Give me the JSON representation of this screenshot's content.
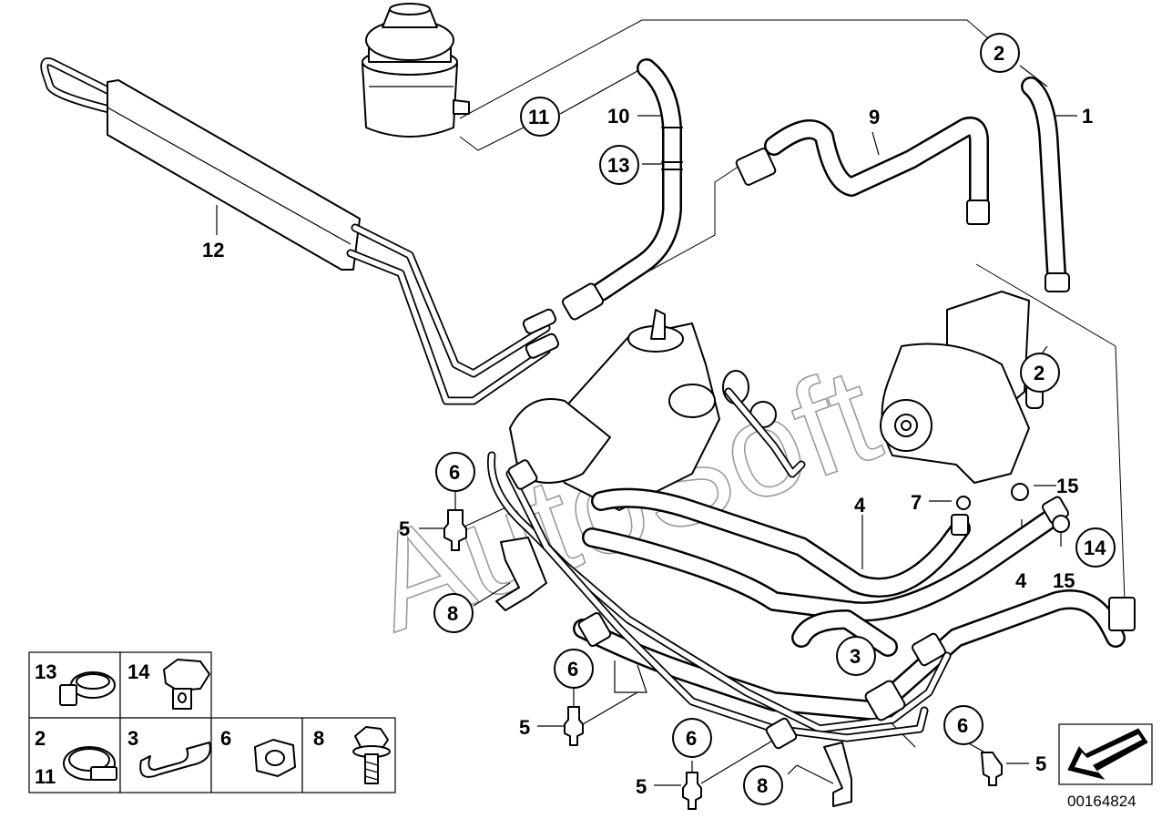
{
  "watermark": "AutoSoft",
  "diagram_code": "00164824",
  "callouts": {
    "c1": "1",
    "c2_top": "2",
    "c2_mid": "2",
    "c3": "3",
    "c4_left": "4",
    "c4_right": "4",
    "c5_a": "5",
    "c5_b": "5",
    "c5_c": "5",
    "c5_d": "5",
    "c6_a": "6",
    "c6_b": "6",
    "c6_c": "6",
    "c6_d": "6",
    "c7": "7",
    "c8_a": "8",
    "c8_b": "8",
    "c9": "9",
    "c10": "10",
    "c11": "11",
    "c12": "12",
    "c13": "13",
    "c14": "14",
    "c15_a": "15",
    "c15_b": "15"
  },
  "legend": {
    "l13": "13",
    "l14": "14",
    "l2": "2",
    "l11": "11",
    "l3": "3",
    "l6": "6",
    "l8": "8"
  }
}
